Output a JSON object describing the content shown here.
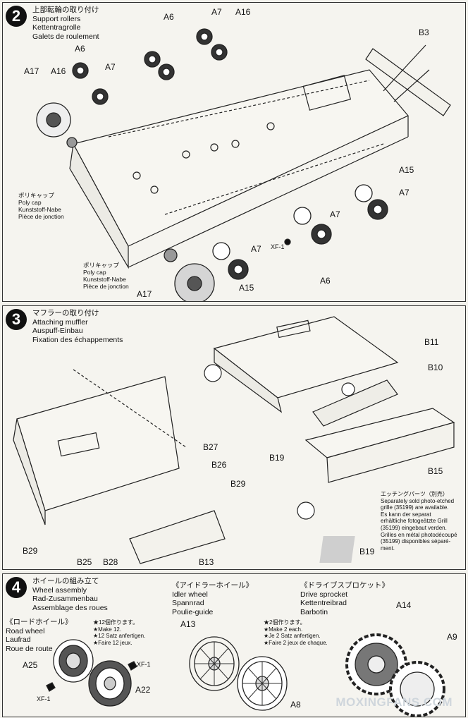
{
  "step2": {
    "number": "2",
    "title": [
      "上部転輪の取り付け",
      "Support rollers",
      "Kettentragrolle",
      "Galets de roulement"
    ],
    "labels": [
      "A6",
      "A7",
      "A16",
      "B3",
      "A6",
      "A17",
      "A16",
      "A7",
      "A15",
      "A7",
      "A7",
      "XF-1",
      "A7",
      "A6",
      "A17",
      "A15"
    ],
    "polycap1": [
      "ポリキャップ",
      "Poly cap",
      "Kunststoff-Nabe",
      "Pièce de jonction"
    ],
    "polycap2": [
      "ポリキャップ",
      "Poly cap",
      "Kunststoff-Nabe",
      "Pièce de jonction"
    ]
  },
  "step3": {
    "number": "3",
    "title": [
      "マフラーの取り付け",
      "Attaching muffler",
      "Auspuff-Einbau",
      "Fixation des échappements"
    ],
    "labels": [
      "B11",
      "B10",
      "B19",
      "B15",
      "B27",
      "B26",
      "B29",
      "B29",
      "B25",
      "B28",
      "B13",
      "B19"
    ],
    "etching": [
      "エッチングパーツ（別売）",
      "Separately sold photo-etched",
      "grille (35199) are available.",
      "Es kann der separat",
      "erhältliche fotogeätzte Grill",
      "(35199) eingebaut verden.",
      "Grilles en métal photodécoupé",
      "(35199) disponibles séparé-",
      "ment."
    ]
  },
  "step4": {
    "number": "4",
    "title": [
      "ホイールの組み立て",
      "Wheel assembly",
      "Rad-Zusammenbau",
      "Assemblage des roues"
    ],
    "road": {
      "header": [
        "《ロードホイール》",
        "Road wheel",
        "Laufrad",
        "Roue de route"
      ],
      "note": [
        "★12個作ります。",
        "★Make 12.",
        "★12 Satz anfertigen.",
        "★Faire 12 jeux."
      ],
      "labels": [
        "A25",
        "XF-1",
        "XF-1",
        "A22"
      ]
    },
    "idler": {
      "header": [
        "《アイドラーホイール》",
        "Idler wheel",
        "Spannrad",
        "Poulie-guide"
      ],
      "note": [
        "★2個作ります。",
        "★Make 2 each.",
        "★Je 2 Satz anfertigen.",
        "★Faire 2 jeux de chaque."
      ],
      "labels": [
        "A13",
        "A8"
      ]
    },
    "sprocket": {
      "header": [
        "《ドライブスプロケット》",
        "Drive sprocket",
        "Kettentreibrad",
        "Barbotin"
      ],
      "labels": [
        "A14",
        "A9"
      ]
    }
  },
  "watermark": "MOXINGFANS.COM"
}
